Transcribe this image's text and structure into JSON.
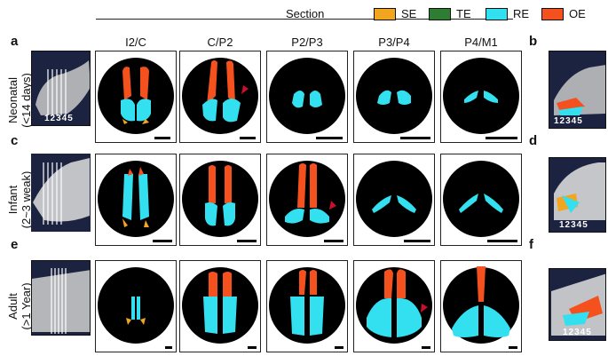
{
  "header": {
    "section_label": "Section"
  },
  "legend": [
    {
      "abbr": "SE",
      "color": "#F2A51E"
    },
    {
      "abbr": "TE",
      "color": "#2E7D32"
    },
    {
      "abbr": "RE",
      "color": "#33E0F0"
    },
    {
      "abbr": "OE",
      "color": "#F4511E"
    }
  ],
  "columns": [
    "I2/C",
    "C/P2",
    "P2/P3",
    "P3/P4",
    "P4/M1"
  ],
  "rows": [
    {
      "left_letter": "a",
      "right_letter": "b",
      "label_line1": "Neonatal",
      "label_line2": "(<14 days)",
      "section_numbers": "12345"
    },
    {
      "left_letter": "c",
      "right_letter": "d",
      "label_line1": "Infant",
      "label_line2": "(2~3 weak)",
      "section_numbers": "12345"
    },
    {
      "left_letter": "e",
      "right_letter": "f",
      "label_line1": "Adult",
      "label_line2": "(>1 Year)",
      "section_numbers": "12345"
    }
  ],
  "colors": {
    "background_disk": "#000000",
    "arrowhead": "#C8102E",
    "thumb_bg": "#1c2340"
  }
}
